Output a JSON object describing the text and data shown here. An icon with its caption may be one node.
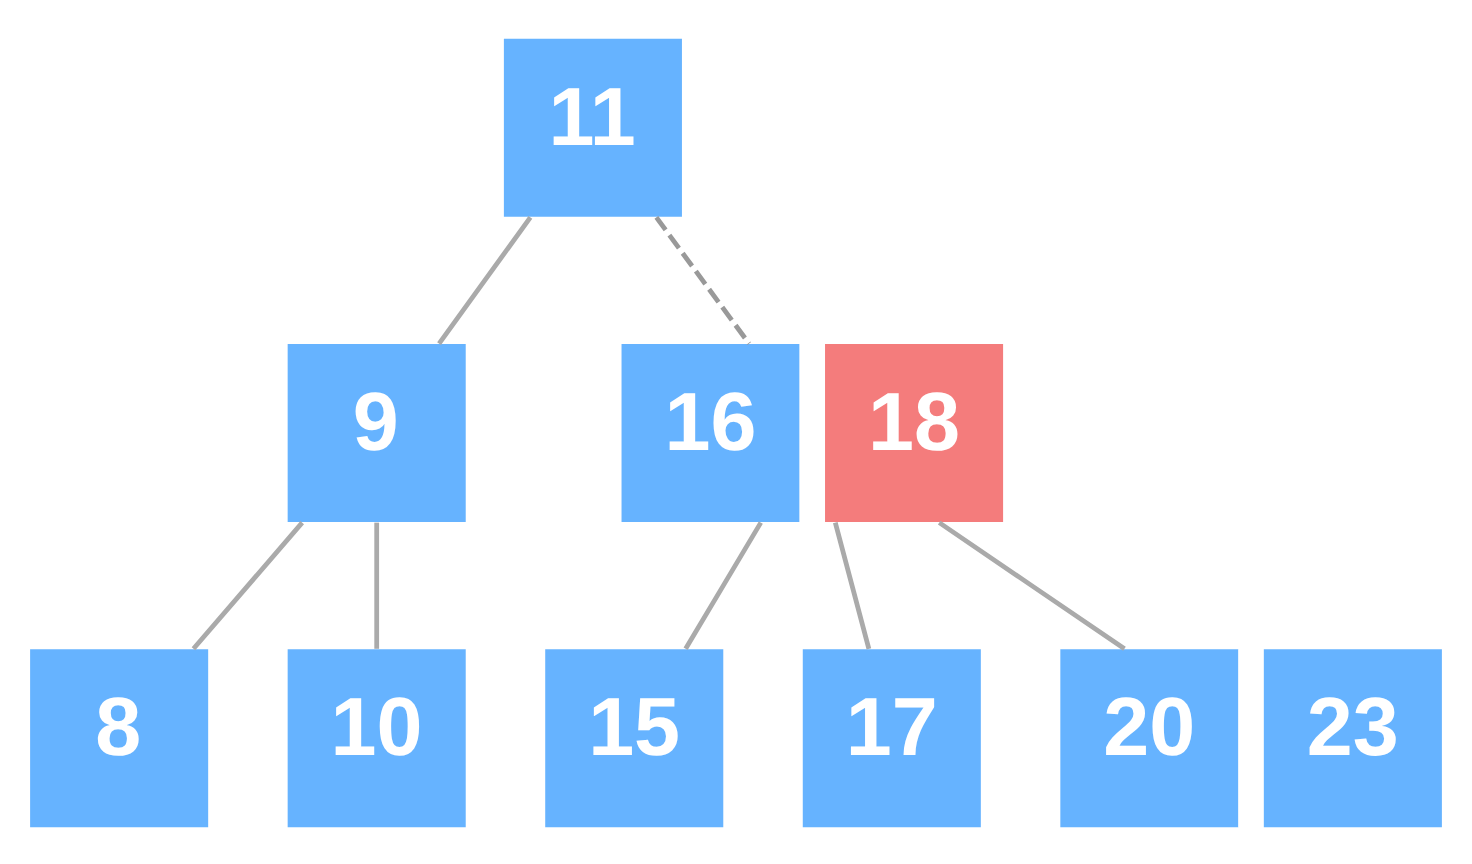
{
  "diagram": {
    "nodes": [
      {
        "text": [
          "11"
        ]
      },
      {
        "text": [
          "9"
        ]
      },
      {
        "text": [
          "16",
          "18"
        ]
      },
      {
        "text": [
          "8"
        ]
      },
      {
        "text": [
          "10"
        ]
      },
      {
        "text": [
          "15"
        ]
      },
      {
        "text": [
          "17"
        ]
      },
      {
        "text": [
          "20",
          "23"
        ]
      }
    ],
    "edges": [
      {
        "from": 0,
        "to": 1,
        "arrow": "none"
      },
      {
        "from": 0,
        "to": 2,
        "arrow": "none",
        "style": "dashed",
        "color": "#999999"
      },
      {
        "from": 1,
        "to": 3,
        "arrow": "none"
      },
      {
        "from": 1,
        "to": 4,
        "arrow": "none"
      },
      {
        "from": 2,
        "to": 5,
        "arrow": "none"
      },
      {
        "from": 2,
        "to": 6,
        "arrow": "none"
      },
      {
        "from": 2,
        "to": 7,
        "arrow": "none"
      }
    ]
  }
}
